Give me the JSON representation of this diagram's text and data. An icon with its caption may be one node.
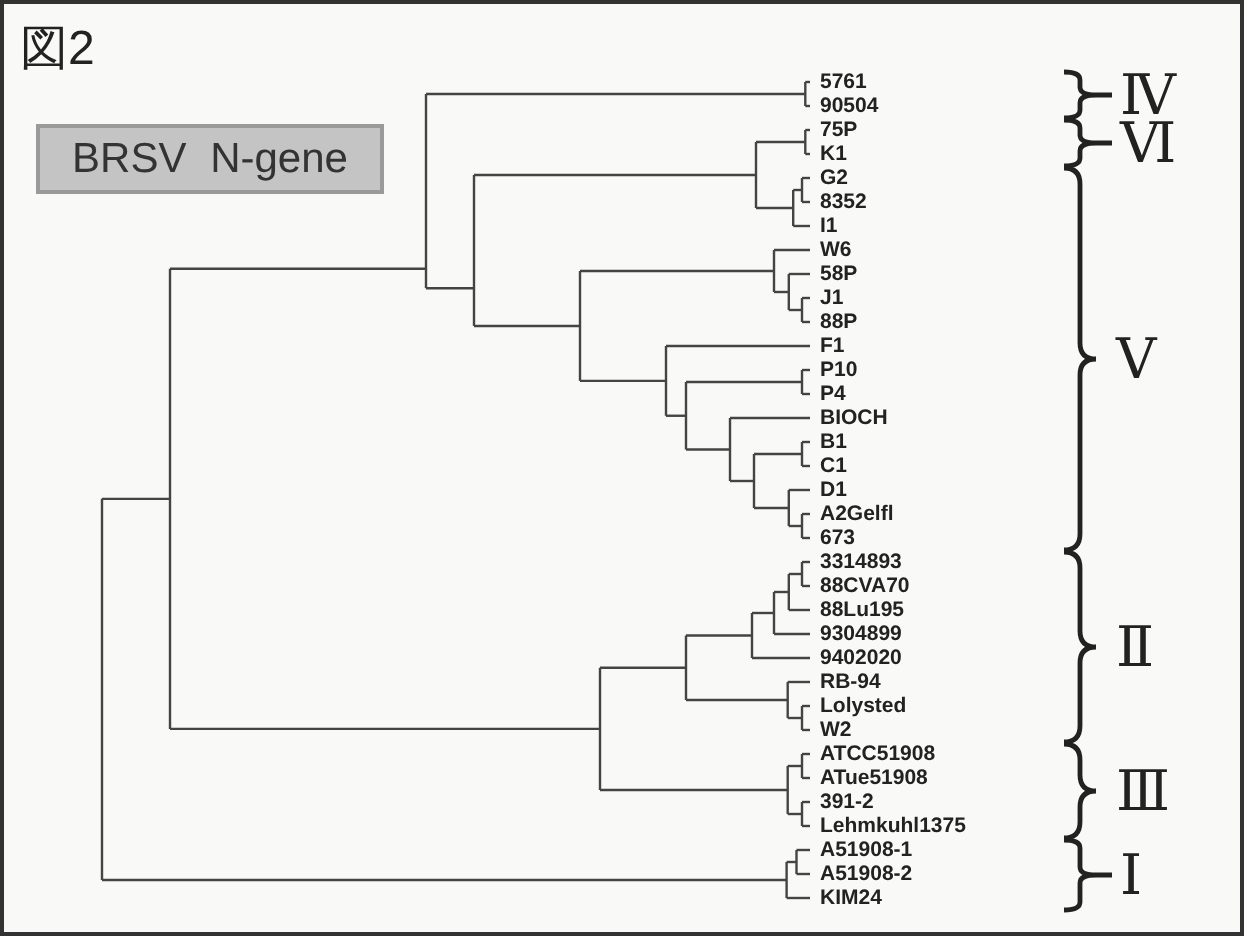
{
  "diagram": {
    "title": "図2",
    "nodes": [
      {
        "text": [
          "BRSV N-gene"
        ]
      }
    ],
    "labels": [
      "5761",
      "90504",
      "75P",
      "K1",
      "G2",
      "8352",
      "I1",
      "W6",
      "58P",
      "J1",
      "88P",
      "F1",
      "P10",
      "P4",
      "BIOCH",
      "B1",
      "C1",
      "D1",
      "A2Gelfl",
      "673",
      "3314893",
      "88CVA70",
      "88Lu195",
      "9304899",
      "9402020",
      "RB-94",
      "Lolysted",
      "W2",
      "ATCC51908",
      "ATue51908",
      "391-2",
      "Lehmkuhl1375",
      "A51908-1",
      "A51908-2",
      "KIM24",
      "Ⅳ",
      "Ⅵ",
      "Ⅴ",
      "Ⅱ",
      "Ⅲ",
      "Ⅰ"
    ]
  }
}
